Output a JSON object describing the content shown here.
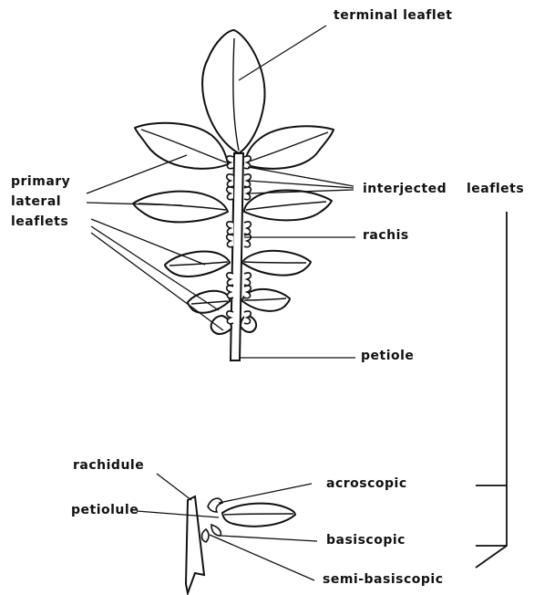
{
  "labels": {
    "terminal_leaflet": "terminal leaflet",
    "primary_lateral_leaflets": [
      "primary",
      "lateral",
      "leaflets"
    ],
    "interjected_leaflets": "interjected",
    "leaflets_word": "leaflets",
    "rachis": "rachis",
    "petiole": "petiole",
    "rachidule": "rachidule",
    "petiolule": "petiolule",
    "acroscopic": "acroscopic",
    "basiscopic": "basiscopic",
    "semi_basiscopic": "semi-basiscopic"
  }
}
